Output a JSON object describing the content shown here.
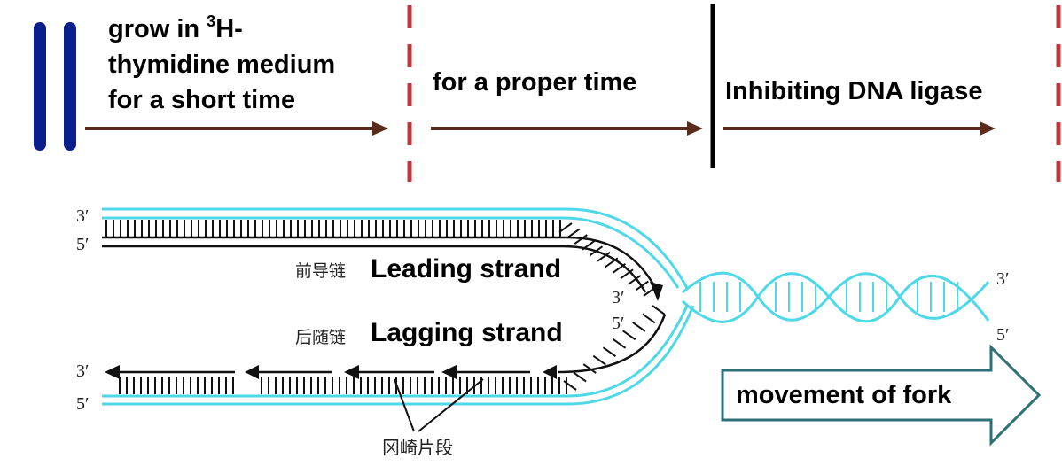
{
  "timeline": {
    "step1": {
      "line1_pre": "grow in ",
      "line1_sup": "3",
      "line1_post": "H-",
      "line2": "thymidine medium",
      "line3": "for a short time"
    },
    "step2": {
      "label": "for a proper time"
    },
    "step3": {
      "label": "Inhibiting DNA ligase"
    },
    "colors": {
      "cell_bars": "#0a1f8a",
      "arrows": "#5a2a1a",
      "dashed_markers": "#c0383c",
      "solid_marker": "#000000"
    }
  },
  "fork": {
    "top_ends": {
      "three_prime": "3′",
      "five_prime": "5′"
    },
    "right_ends": {
      "three_prime": "3′",
      "five_prime": "5′"
    },
    "mid_ends": {
      "three_prime": "3′",
      "five_prime": "5′"
    },
    "bottom_ends": {
      "three_prime": "3′",
      "five_prime": "5′"
    },
    "leading": {
      "cn": "前导链",
      "en": "Leading strand"
    },
    "lagging": {
      "cn": "后随链",
      "en": "Lagging strand"
    },
    "okazaki": {
      "cn": "冈崎片段"
    },
    "movement": {
      "label": "movement of fork"
    },
    "colors": {
      "template": "#4fd8e8",
      "new_strand": "#111111",
      "movement_arrow": "#2f6f78"
    }
  }
}
